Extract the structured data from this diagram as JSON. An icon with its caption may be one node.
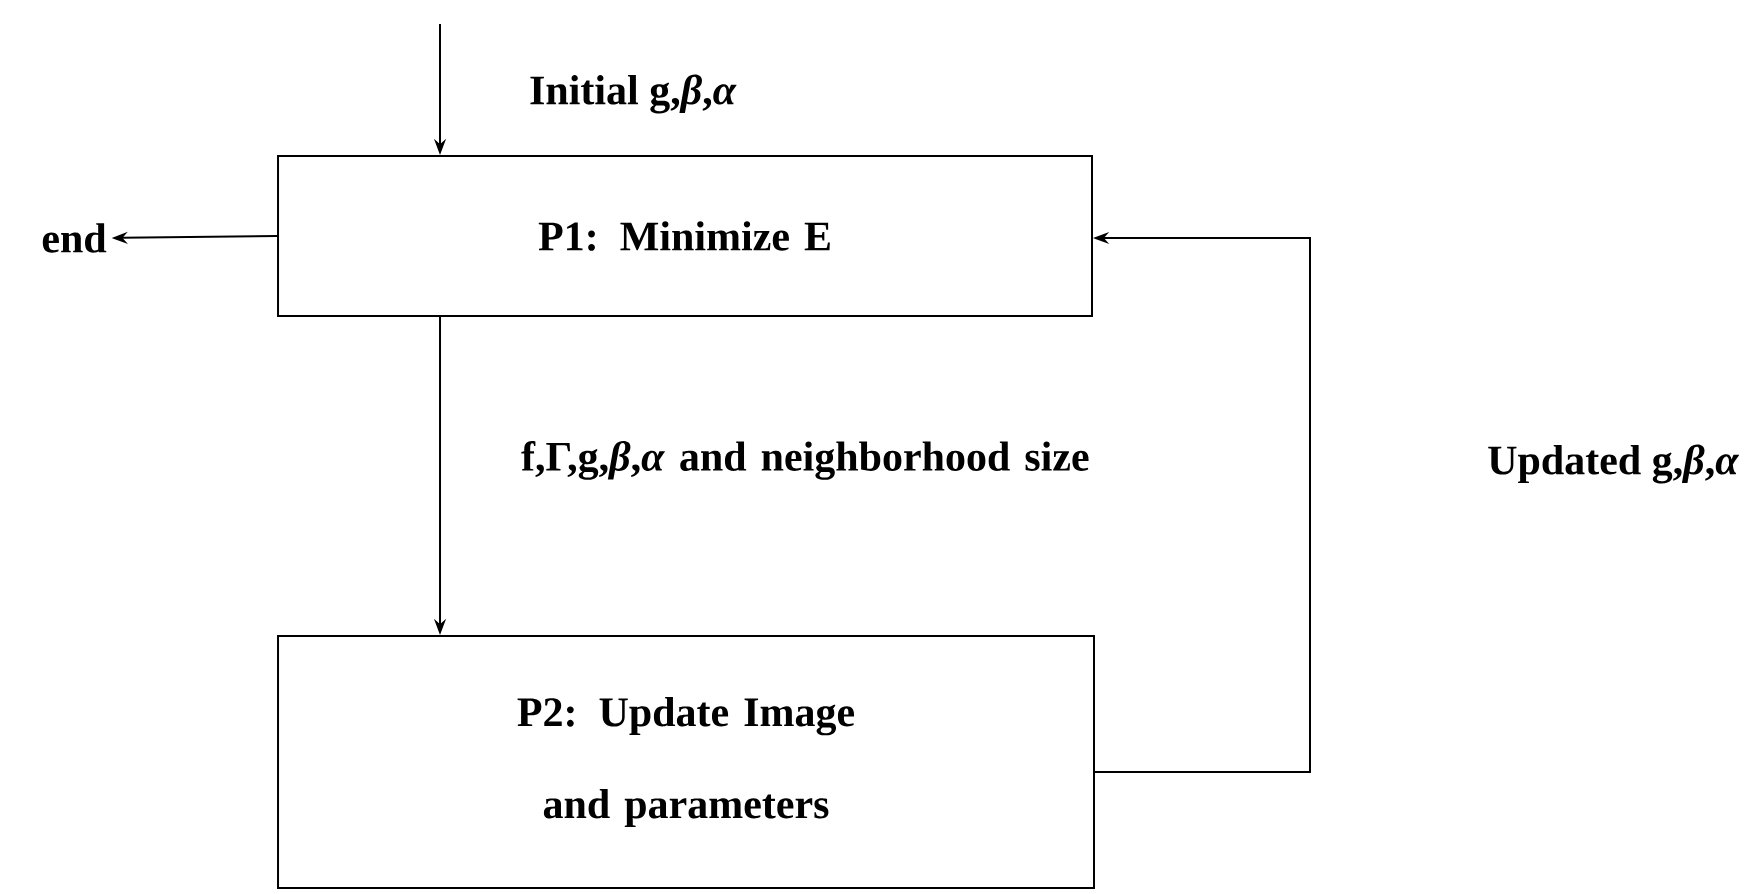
{
  "diagram": {
    "nodes": [
      {
        "text": [
          "P1: Minimize E"
        ]
      },
      {
        "text": [
          "P2: Update Image and parameters"
        ]
      },
      {
        "text": [
          "end"
        ]
      }
    ],
    "edges": [
      {
        "from": null,
        "to": 0,
        "arrow": "to",
        "label": "Initial g,*β*,*α*"
      },
      {
        "from": 0,
        "to": 2,
        "arrow": "to"
      },
      {
        "from": 0,
        "to": 1,
        "arrow": "to",
        "label": "f,Γ,g,*β*,*α* and neighborhood size"
      },
      {
        "from": 1,
        "to": 0,
        "arrow": "to",
        "label": "Updated g,*β*,*α*"
      }
    ]
  }
}
